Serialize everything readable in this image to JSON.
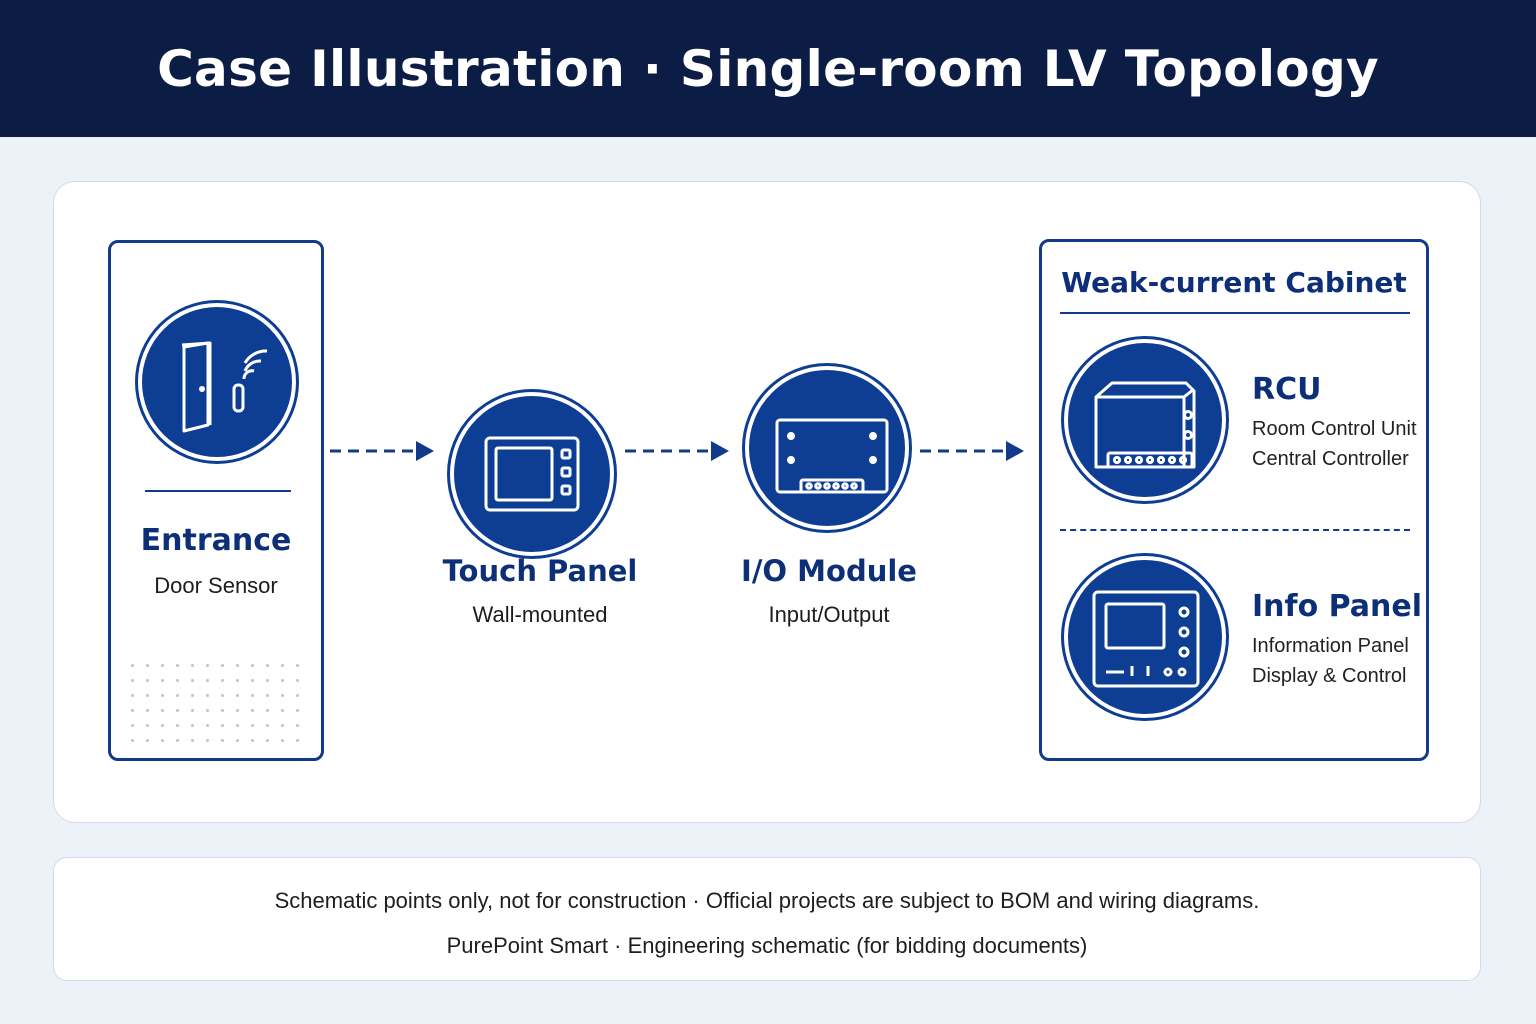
{
  "header": {
    "title": "Case Illustration · Single-room LV Topology"
  },
  "colors": {
    "header_bg": "#0c1d45",
    "accent_blue": "#0e3d94",
    "page_bg": "#edf2f9"
  },
  "entrance": {
    "title": "Entrance",
    "subtitle": "Door Sensor",
    "icon": "door-sensor-icon"
  },
  "touch_panel": {
    "title": "Touch Panel",
    "subtitle": "Wall-mounted",
    "icon": "touch-panel-icon"
  },
  "io_module": {
    "title": "I/O Module",
    "subtitle": "Input/Output",
    "icon": "io-module-icon"
  },
  "cabinet": {
    "title": "Weak-current Cabinet",
    "rcu": {
      "title": "RCU",
      "line1": "Room Control Unit",
      "line2": "Central Controller",
      "icon": "rcu-controller-icon"
    },
    "info_panel": {
      "title": "Info Panel",
      "line1": "Information Panel",
      "line2": "Display & Control",
      "icon": "info-panel-icon"
    }
  },
  "footer": {
    "line1": "Schematic points only, not for construction · Official projects are subject to BOM and wiring diagrams.",
    "line2": "PurePoint Smart · Engineering schematic (for bidding documents)"
  }
}
